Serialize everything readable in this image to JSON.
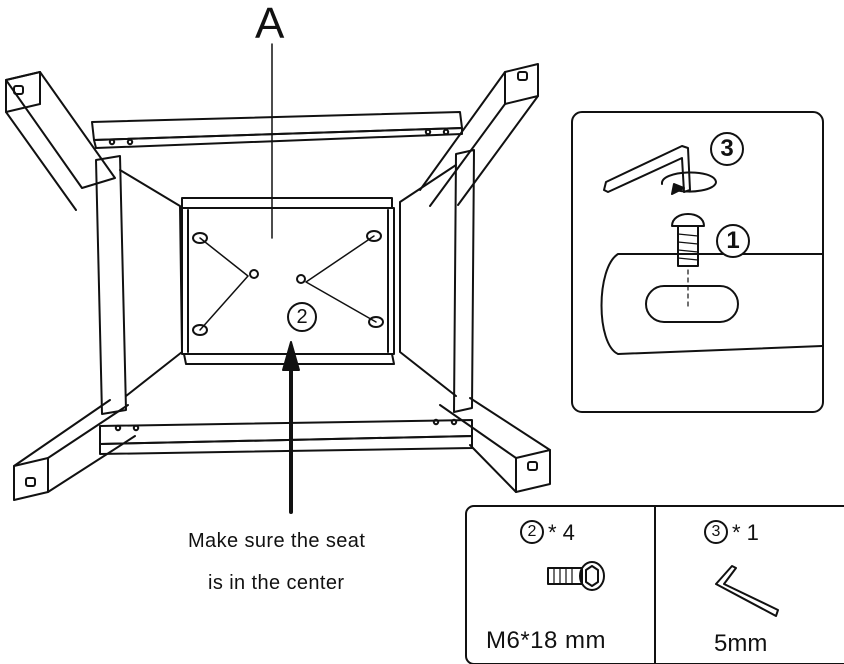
{
  "diagram": {
    "label_a": "A",
    "note_line1": "Make sure the seat",
    "note_line2": "is in the center",
    "seat_step_marker": "2",
    "detail_steps": [
      "1",
      "3"
    ],
    "parts": [
      {
        "marker": "2",
        "count_text": "* 4",
        "size": "M6*18 mm",
        "icon": "bolt-icon"
      },
      {
        "marker": "3",
        "count_text": "* 1",
        "size": "5mm",
        "icon": "allen-key-icon"
      }
    ],
    "line_color": "#111111",
    "background": "#ffffff"
  }
}
